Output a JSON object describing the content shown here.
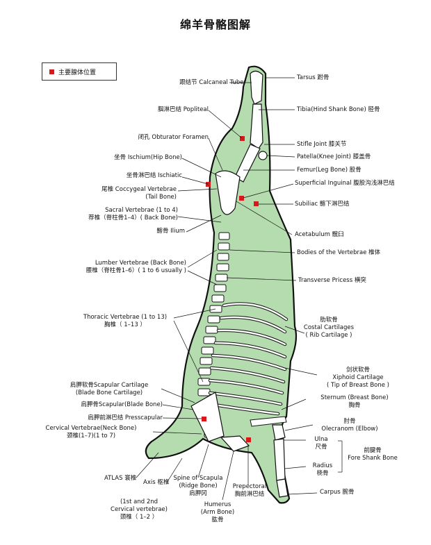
{
  "title": "绵羊骨骼图解",
  "legend": {
    "label": "主要腺体位置",
    "marker_color": "#d7191c"
  },
  "colors": {
    "body_fill": "#b5dcae",
    "bone_fill": "#ffffff",
    "outline": "#111111",
    "gland": "#d7191c"
  },
  "labels": {
    "calcaneal": "跟结节 Calcaneal Tuber",
    "popliteal": "腘淋巴结 Popliteal",
    "obturator": "闭孔 Obturator Foramen",
    "ischium": "坐骨 Ischium(Hip Bone)",
    "ischiatic": "坐骨淋巴结 Ischiatic",
    "coccygeal_1": "尾椎 Coccygeal Vertebrae",
    "coccygeal_2": "(Tail Bone)",
    "sacral_1": "Sacral Vertebrae (1 to 4)",
    "sacral_2": "荐椎（脊柱骨1–4）( Back Bone)",
    "ilium": "髂骨 Ilium",
    "lumber_1": "Lumber Vertebrae (Back Bone)",
    "lumber_2": "腰椎（脊柱骨1–6）( 1 to 6 usually )",
    "thoracic_1": "Thoracic Vertebrae (1 to 13)",
    "thoracic_2": "胸椎（ 1–13 ）",
    "scap_cart_1": "肩胛软骨Scapular Cartilage",
    "scap_cart_2": "(Blade Bone Cartilage)",
    "scapular": "肩胛骨Scapular(Blade Bone)",
    "prescapular": "肩胛前淋巴结 Presscapular",
    "cervical_1": "Cervical Vertebrae(Neck Bone)",
    "cervical_2": "颈椎(1–7)(1 to 7)",
    "atlas": "ATLAS 寰椎",
    "axis": "Axis 枢椎",
    "first_second_1": "(1st and 2nd",
    "first_second_2": "Cervical vertebrae)",
    "first_second_3": "颈椎（ 1–2 ）",
    "spine_scapula_1": "Spine of Scapula",
    "spine_scapula_2": "(Ridge Bone)",
    "spine_scapula_3": "肩胛冈",
    "humerus_1": "Humerus",
    "humerus_2": "(Arm Bone)",
    "humerus_3": "肱骨",
    "prepectoral_1": "Prepectoral",
    "prepectoral_2": "胸前淋巴结",
    "tarsus": "Tarsus 跗骨",
    "tibia": "Tibia(Hind Shank Bone) 胫骨",
    "stifle": "Stifle Joint 膝关节",
    "patella": "Patella(Knee Joint) 膝盖骨",
    "femur": "Femur(Leg Bone) 股骨",
    "inguinal": "Superficial Inguinal 腹股沟浅淋巴结",
    "subiliac": "Subiliac 髂下淋巴结",
    "acetabulum": "Acetabulum 髋臼",
    "bodies": "Bodies of the Vertebrae 椎体",
    "transverse": "Transverse Pricess 横突",
    "costal_1": "肋软骨",
    "costal_2": "Costal Cartilages",
    "costal_3": "( Rib Cartilage )",
    "xiphoid_1": "剑状软骨",
    "xiphoid_2": "Xiphoid Cartilage",
    "xiphoid_3": "( Tip of Breast Bone )",
    "sternum_1": "Sternum (Breast Bone)",
    "sternum_2": "胸骨",
    "elbow_1": "肘骨",
    "elbow_2": "Olecranom (Elbow)",
    "ulna_1": "Ulna",
    "ulna_2": "尺骨",
    "radius_1": "Radius",
    "radius_2": "桡骨",
    "fore_shank_1": "前腱骨",
    "fore_shank_2": "Fore Shank Bone",
    "carpus": "Carpus 腕骨"
  }
}
